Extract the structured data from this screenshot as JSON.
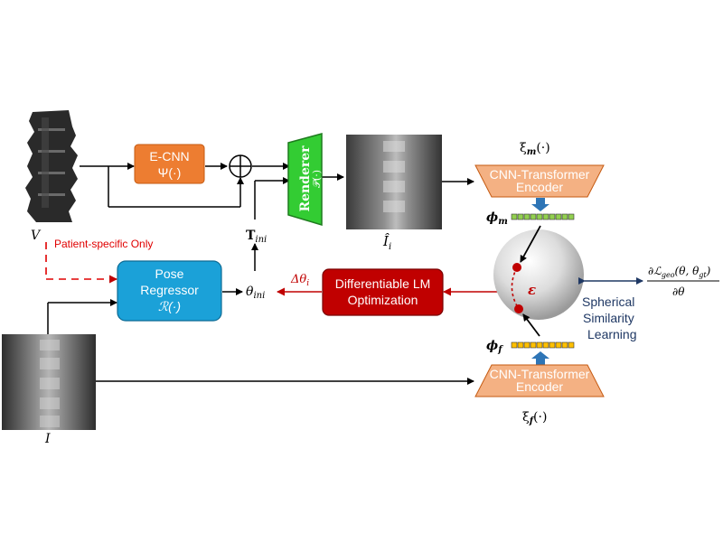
{
  "inputs": {
    "volume_label": "V",
    "xray_label": "I",
    "drr_label": "Î",
    "drr_sub": "i"
  },
  "ecnn": {
    "line1": "E-CNN",
    "line2": "Ψ(·)"
  },
  "renderer": {
    "line1": "Renderer",
    "line2": "𝒫(·)"
  },
  "t_ini": {
    "main": "T",
    "sub": "ini"
  },
  "theta_ini": {
    "main": "θ",
    "sub": "ini"
  },
  "delta_theta": {
    "main": "Δθ",
    "sub": "i"
  },
  "patient_specific": "Patient-specific Only",
  "pose_regressor": {
    "line1": "Pose",
    "line2": "Regressor",
    "line3": "ℛ(·)"
  },
  "lm_box": {
    "line1": "Differentiable LM",
    "line2": "Optimization"
  },
  "encoder_top": {
    "line1": "CNN-Transformer",
    "line2": "Encoder",
    "label_main": "ξ",
    "label_sub": "m",
    "label_tail": "(·)"
  },
  "encoder_bottom": {
    "line1": "CNN-Transformer",
    "line2": "Encoder",
    "label_main": "ξ",
    "label_sub": "f",
    "label_tail": "(·)"
  },
  "phi_m": {
    "main": "ϕ",
    "sub": "m"
  },
  "phi_f": {
    "main": "ϕ",
    "sub": "f"
  },
  "epsilon": "ε",
  "spherical": {
    "line1": "Spherical",
    "line2": "Similarity",
    "line3": "Learning"
  },
  "gradient": {
    "numerator": "∂ℒ",
    "num_sub": "geo",
    "num_args": "(θ, θ",
    "num_args_sub": "gt",
    "num_close": ")",
    "denominator": "∂θ"
  },
  "colors": {
    "ecnn": "#ED7D31",
    "renderer": "#33CC33",
    "pose_regressor": "#1BA1D8",
    "lm_box": "#C00000",
    "encoder": "#F4B183",
    "phi_m_cells": "#92D050",
    "phi_f_cells": "#FFC000",
    "arrow_red": "#C00000",
    "dashed_red": "#E00000",
    "spherical_text": "#1F3864",
    "small_arrow": "#2E75B6"
  }
}
